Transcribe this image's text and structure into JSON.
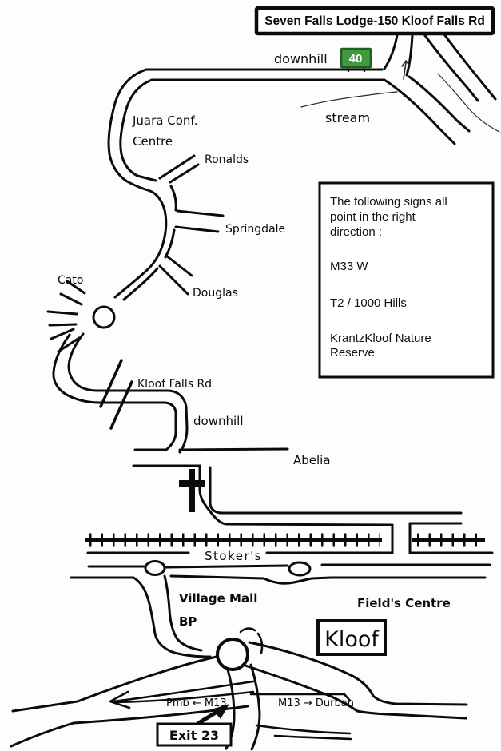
{
  "colors": {
    "ink": "#0b0b0b",
    "paper": "#ffffff",
    "sign_green": "#3f9a3f",
    "sign_border": "#215e24",
    "sign_text": "#ffffff"
  },
  "lodge_box": {
    "label": "Seven Falls Lodge-150 Kloof Falls Rd"
  },
  "speed_sign": {
    "value": "40"
  },
  "labels": {
    "downhill_top": "downhill",
    "stream": "stream",
    "juara_1": "Juara Conf.",
    "juara_2": "Centre",
    "ronalds": "Ronalds",
    "springdale": "Springdale",
    "douglas": "Douglas",
    "cato": "Cato",
    "kloof_falls_rd": "Kloof Falls Rd",
    "downhill_mid": "downhill",
    "abelia": "Abelia",
    "stokers": "Stoker's",
    "village_mall": "Village Mall",
    "bp": "BP",
    "fields_centre": "Field's Centre",
    "pmb_m13": "Pmb ← M13",
    "m13_durban": "M13 → Durban"
  },
  "info_box": {
    "lines": [
      "The following signs all",
      "point in the right",
      "direction :",
      "M33 W",
      "T2 / 1000 Hills",
      "KrantzKloof Nature",
      "Reserve"
    ]
  },
  "kloof_box": {
    "label": "Kloof"
  },
  "exit_box": {
    "label": "Exit 23"
  }
}
